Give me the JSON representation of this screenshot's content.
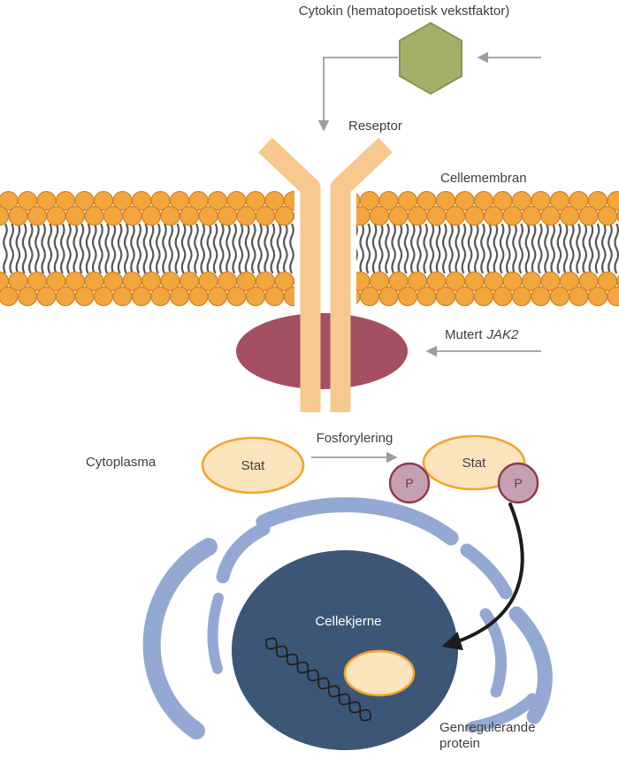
{
  "labels": {
    "cytokine": "Cytokin (hematopoetisk vekstfaktor)",
    "receptor": "Reseptor",
    "membrane": "Cellemembran",
    "jak2_prefix": "Mutert",
    "jak2_gene": "JAK2",
    "cytoplasm": "Cytoplasma",
    "stat": "Stat",
    "phosphorylation": "Fosforylering",
    "stat2": "Stat",
    "p": "P",
    "nucleus": "Cellekjerne",
    "gene_protein_line1": "Genregulerande",
    "gene_protein_line2": "protein"
  },
  "colors": {
    "cytokine": "#a3ae67",
    "cytokine_stroke": "#8b9553",
    "receptor": "#f7c98e",
    "lipid_head": "#f3a53e",
    "lipid_head_stroke": "#d18426",
    "lipid_tail": "#575757",
    "jak2": "#a44f62",
    "stat_fill": "#fce4bd",
    "stat_stroke": "#f4a42c",
    "p_fill": "#c5a0b2",
    "p_stroke": "#8e3a52",
    "p_text": "#7e3147",
    "nucleus": "#3c5677",
    "er": "#93a9d3",
    "arrow_gray": "#9c9c9c",
    "arrow_black": "#1c1c1c",
    "text": "#3f3f3f",
    "nucleus_label": "#ffffff",
    "dna": "#1d1d1d"
  }
}
